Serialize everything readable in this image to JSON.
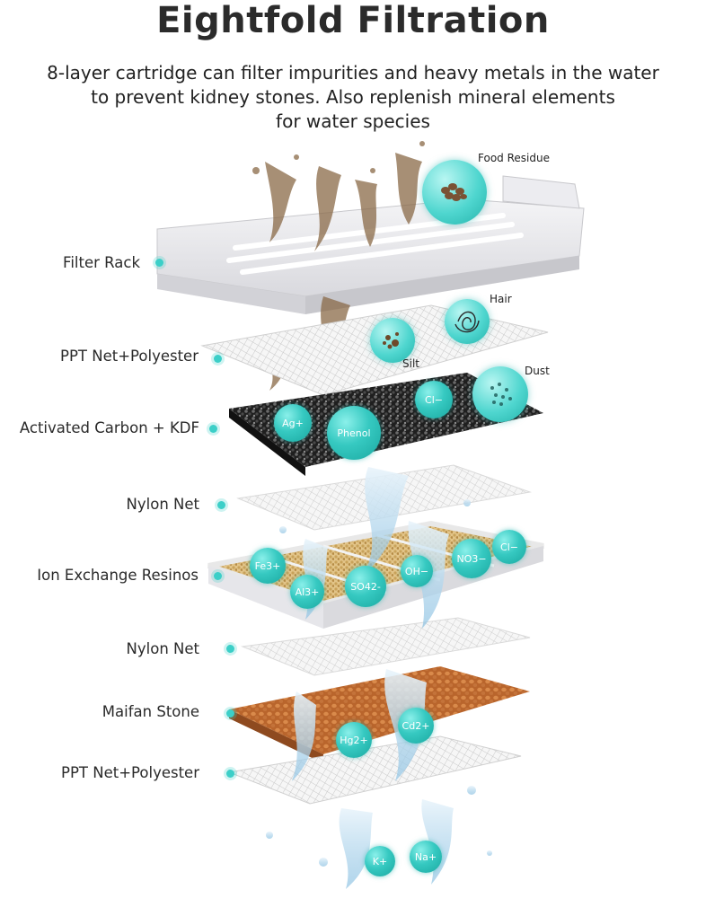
{
  "header": {
    "title": "Eightfold Filtration",
    "subtitle_lines": [
      "8-layer cartridge can filter impurities and heavy metals in the water",
      "to prevent kidney stones. Also replenish mineral elements",
      "for water species"
    ]
  },
  "layers": [
    {
      "label": "Filter Rack"
    },
    {
      "label": "PPT Net+Polyester"
    },
    {
      "label": "Activated Carbon + KDF"
    },
    {
      "label": "Nylon Net"
    },
    {
      "label": "Ion Exchange Resinos"
    },
    {
      "label": "Nylon Net"
    },
    {
      "label": "Maifan Stone"
    },
    {
      "label": "PPT Net+Polyester"
    }
  ],
  "impurities": {
    "food_residue": "Food Residue",
    "hair": "Hair",
    "silt": "Silt",
    "dust": "Dust"
  },
  "ions": {
    "ag": "Ag+",
    "phenol": "Phenol",
    "cl_top": "Cl−",
    "fe": "Fe3+",
    "al": "Al3+",
    "so4": "SO42-",
    "oh": "OH−",
    "no3": "NO3−",
    "cl_mid": "Cl−",
    "hg": "Hg2+",
    "cd": "Cd2+",
    "k": "K+",
    "na": "Na+"
  },
  "colors": {
    "accent": "#3ccfc8",
    "rack": "#e9e9ec",
    "carbon": "#2c2c2c",
    "resin": "#d8b56a",
    "maifan": "#c9753a",
    "net": "#d9d9d9"
  }
}
